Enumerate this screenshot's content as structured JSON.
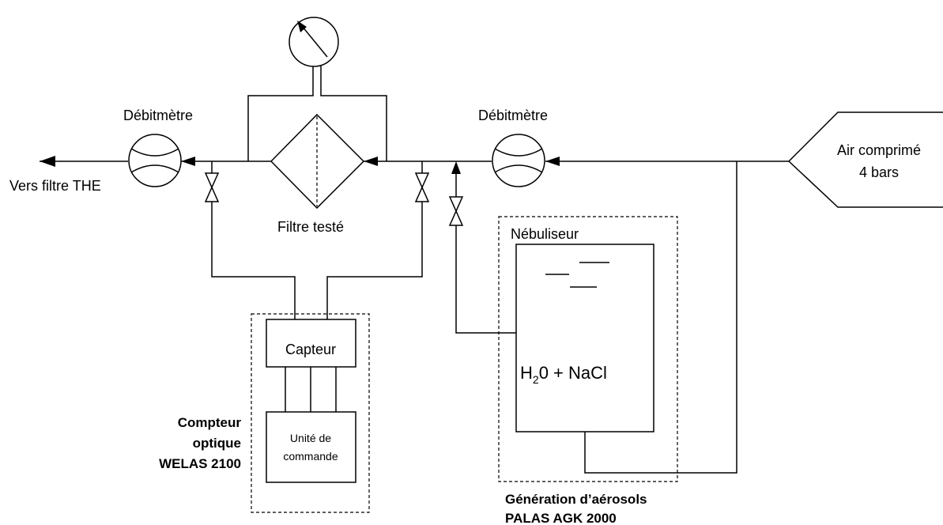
{
  "labels": {
    "flowmeter_left": "Débitmètre",
    "flowmeter_right": "Débitmètre",
    "outlet": "Vers filtre THE",
    "tested_filter": "Filtre testé",
    "compressed_air_line1": "Air comprimé",
    "compressed_air_line2": "4 bars",
    "nebulizer": "Nébuliseur",
    "solution_h": "H",
    "solution_sub": "2",
    "solution_rest": "0 + NaCl",
    "sensor": "Capteur",
    "control_unit_line1": "Unité de",
    "control_unit_line2": "commande",
    "counter_line1": "Compteur",
    "counter_line2": "optique",
    "counter_line3": "WELAS 2100",
    "generator_line1": "Génération d’aérosols",
    "generator_line2": "PALAS AGK 2000"
  }
}
